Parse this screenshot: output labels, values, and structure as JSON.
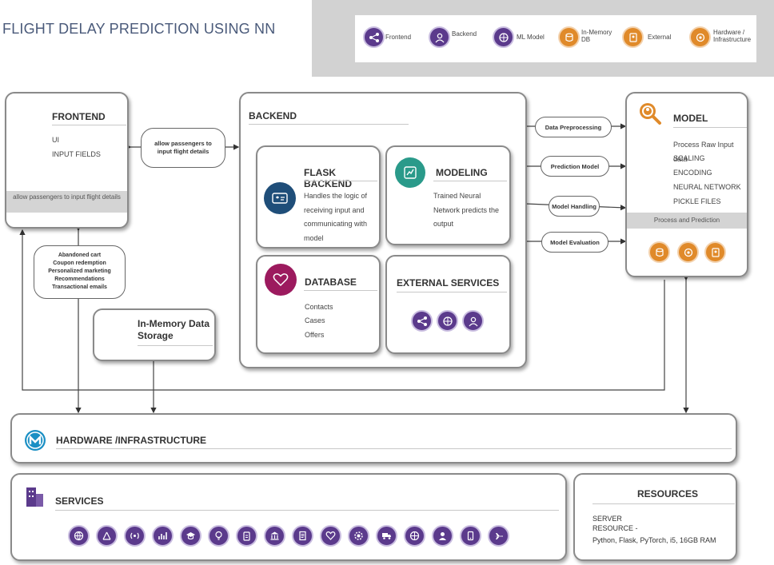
{
  "header": {
    "title": "FLIGHT DELAY PREDICTION USING NN",
    "legend": [
      {
        "label": "Frontend",
        "icon": "share-icon",
        "color": "#5b3a8c"
      },
      {
        "label": "Backend",
        "icon": "user-gear-icon",
        "color": "#5b3a8c"
      },
      {
        "label": "ML Model",
        "icon": "brain-icon",
        "color": "#5b3a8c"
      },
      {
        "label": "In-Memory DB",
        "icon": "database-user-icon",
        "color": "#e08a2a"
      },
      {
        "label": "External",
        "icon": "document-icon",
        "color": "#e08a2a"
      },
      {
        "label": "Hardware / Infrastructure",
        "icon": "hardware-icon",
        "color": "#e08a2a"
      }
    ]
  },
  "frontend": {
    "title": "FRONTEND",
    "items": [
      "UI",
      "INPUT FIELDS"
    ],
    "band": "allow passengers to input flight details"
  },
  "connector_frontend_backend": "allow passengers to input flight details",
  "engagement_pill": [
    "Abandoned cart",
    "Coupon redemption",
    "Personalized marketing",
    "Recommendations",
    "Transactional emails"
  ],
  "in_memory": {
    "title": "In-Memory Data Storage"
  },
  "backend": {
    "title": "BACKEND",
    "flask": {
      "title": "FLASK BACKEND",
      "text": "Handles the logic of receiving input and communicating with model"
    },
    "modeling": {
      "title": "MODELING",
      "text": "Trained Neural Network predicts the output"
    },
    "database": {
      "title": "DATABASE",
      "items": [
        "Contacts",
        "Cases",
        "Offers"
      ]
    },
    "external": {
      "title": "EXTERNAL SERVICES"
    }
  },
  "model_links": [
    "Data Preprocessing",
    "Prediction Model",
    "Model Handling",
    "Model Evaluation"
  ],
  "model": {
    "title": "MODEL",
    "items": [
      "Process Raw Input data",
      "SCALING",
      "ENCODING",
      "NEURAL NETWORK",
      "PICKLE FILES"
    ],
    "band": "Process and Prediction"
  },
  "hardware": {
    "title": "HARDWARE /INFRASTRUCTURE"
  },
  "services": {
    "title": "SERVICES"
  },
  "resources": {
    "title": "RESOURCES",
    "lines": [
      "SERVER",
      "RESOURCE -",
      "Python, Flask, PyTorch, i5, 16GB RAM"
    ]
  },
  "colors": {
    "purple": "#5b3a8c",
    "orange": "#e08a2a",
    "teal": "#2a9a8a",
    "navy": "#1f4e79",
    "magenta": "#9c1a5e"
  }
}
